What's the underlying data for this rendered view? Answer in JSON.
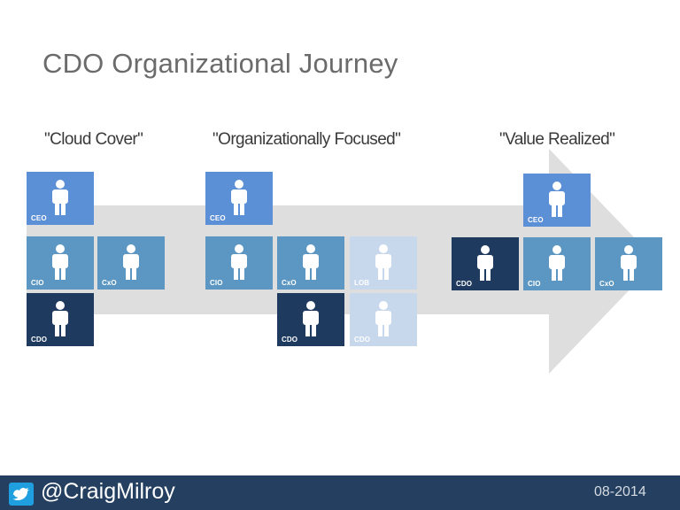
{
  "slide": {
    "title": "CDO Organizational Journey"
  },
  "stages": [
    {
      "label": "\"Cloud Cover\""
    },
    {
      "label": "\"Organizationally Focused\""
    },
    {
      "label": "\"Value Realized\""
    }
  ],
  "tiles": {
    "s1_ceo": "CEO",
    "s1_cio": "CIO",
    "s1_cxo": "CxO",
    "s1_cdo": "CDO",
    "s2_ceo": "CEO",
    "s2_cio": "CIO",
    "s2_cxo": "CxO",
    "s2_lob": "LOB",
    "s2_cdo_a": "CDO",
    "s2_cdo_b": "CDO",
    "s3_ceo": "CEO",
    "s3_cdo": "CDO",
    "s3_cio": "CIO",
    "s3_cxo": "CxO"
  },
  "icons": {
    "person": "person-icon",
    "twitter": "twitter-bird-icon"
  },
  "colors": {
    "ceo_tile": "#5b8fd6",
    "executive_tile": "#5b97c2",
    "cdo_tile": "#1e3a5f",
    "lob_tile": "#c7d7ec",
    "arrow": "#dedede",
    "footer": "#243f60",
    "twitter": "#1f9fe0"
  },
  "footer": {
    "handle": "@CraigMilroy",
    "date": "08-2014"
  }
}
